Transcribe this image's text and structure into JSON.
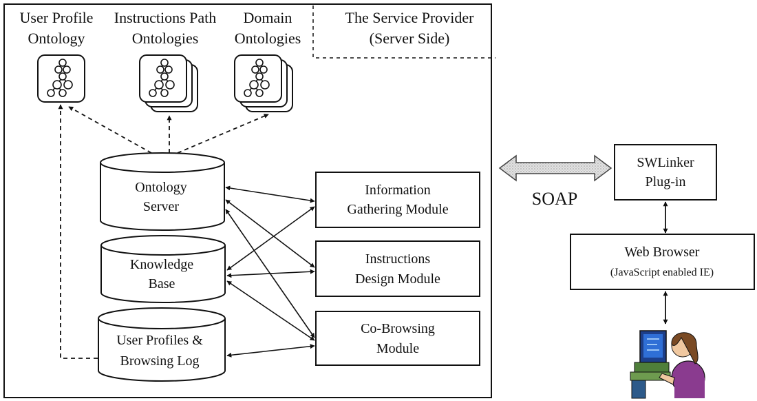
{
  "title": {
    "line1": "The Service Provider",
    "line2": "(Server Side)"
  },
  "ontologies": {
    "user_profile": {
      "line1": "User Profile",
      "line2": "Ontology"
    },
    "instructions_path": {
      "line1": "Instructions Path",
      "line2": "Ontologies"
    },
    "domain": {
      "line1": "Domain",
      "line2": "Ontologies"
    }
  },
  "stores": {
    "ontology_server": {
      "line1": "Ontology",
      "line2": "Server"
    },
    "knowledge_base": {
      "line1": "Knowledge",
      "line2": "Base"
    },
    "user_profiles": {
      "line1": "User Profiles &",
      "line2": "Browsing Log"
    }
  },
  "modules": {
    "info_gathering": {
      "line1": "Information",
      "line2": "Gathering Module"
    },
    "instructions_design": {
      "line1": "Instructions",
      "line2": "Design Module"
    },
    "co_browsing": {
      "line1": "Co-Browsing",
      "line2": "Module"
    }
  },
  "client": {
    "soap": "SOAP",
    "swlinker": {
      "line1": "SWLinker",
      "line2": "Plug-in"
    },
    "browser": {
      "line1": "Web Browser",
      "line2": "(JavaScript enabled IE)"
    }
  },
  "colors": {
    "ink": "#111111",
    "soap_arrow_fill": "#d4d4d4",
    "user_shirt": "#8a3b8f",
    "monitor_screen": "#2f6fd6"
  }
}
